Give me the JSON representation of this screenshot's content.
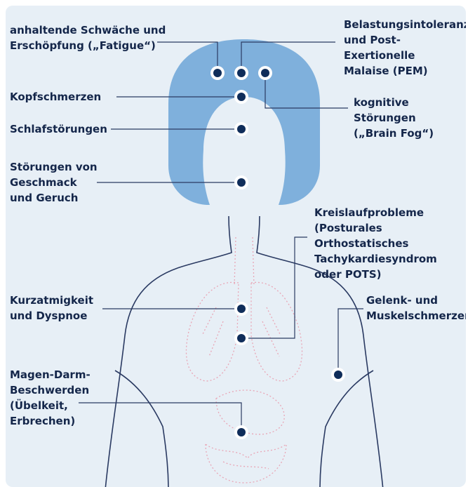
{
  "colors": {
    "background": "#e7eff6",
    "hair": "#7fb0dc",
    "outline": "#2a3a62",
    "organs": "#e8a6b6",
    "marker": "#0f2d5a",
    "text": "#14264a"
  },
  "labels": {
    "fatigue": "anhaltende Schwäche und\nErschöpfung („Fatigue“)",
    "pem": "Belastungsintoleranz\nund Post-Exertionelle\nMalaise (PEM)",
    "kopfschmerzen": "Kopfschmerzen",
    "brain_fog": "kognitive Störungen\n(„Brain Fog“)",
    "schlaf": "Schlafstörungen",
    "geschmack": "Störungen von\nGeschmack\nund Geruch",
    "kreislauf": "Kreislaufprobleme\n(Posturales Orthostatisches\nTachykardiesyndrom\noder POTS)",
    "kurzatmigkeit": "Kurzatmigkeit\nund Dyspnoe",
    "gelenk": "Gelenk- und\nMuskelschmerzen",
    "magen": "Magen-Darm-\nBeschwerden\n(Übelkeit,\nErbrechen)"
  },
  "icons": {
    "marker": "symptom-marker-icon"
  }
}
